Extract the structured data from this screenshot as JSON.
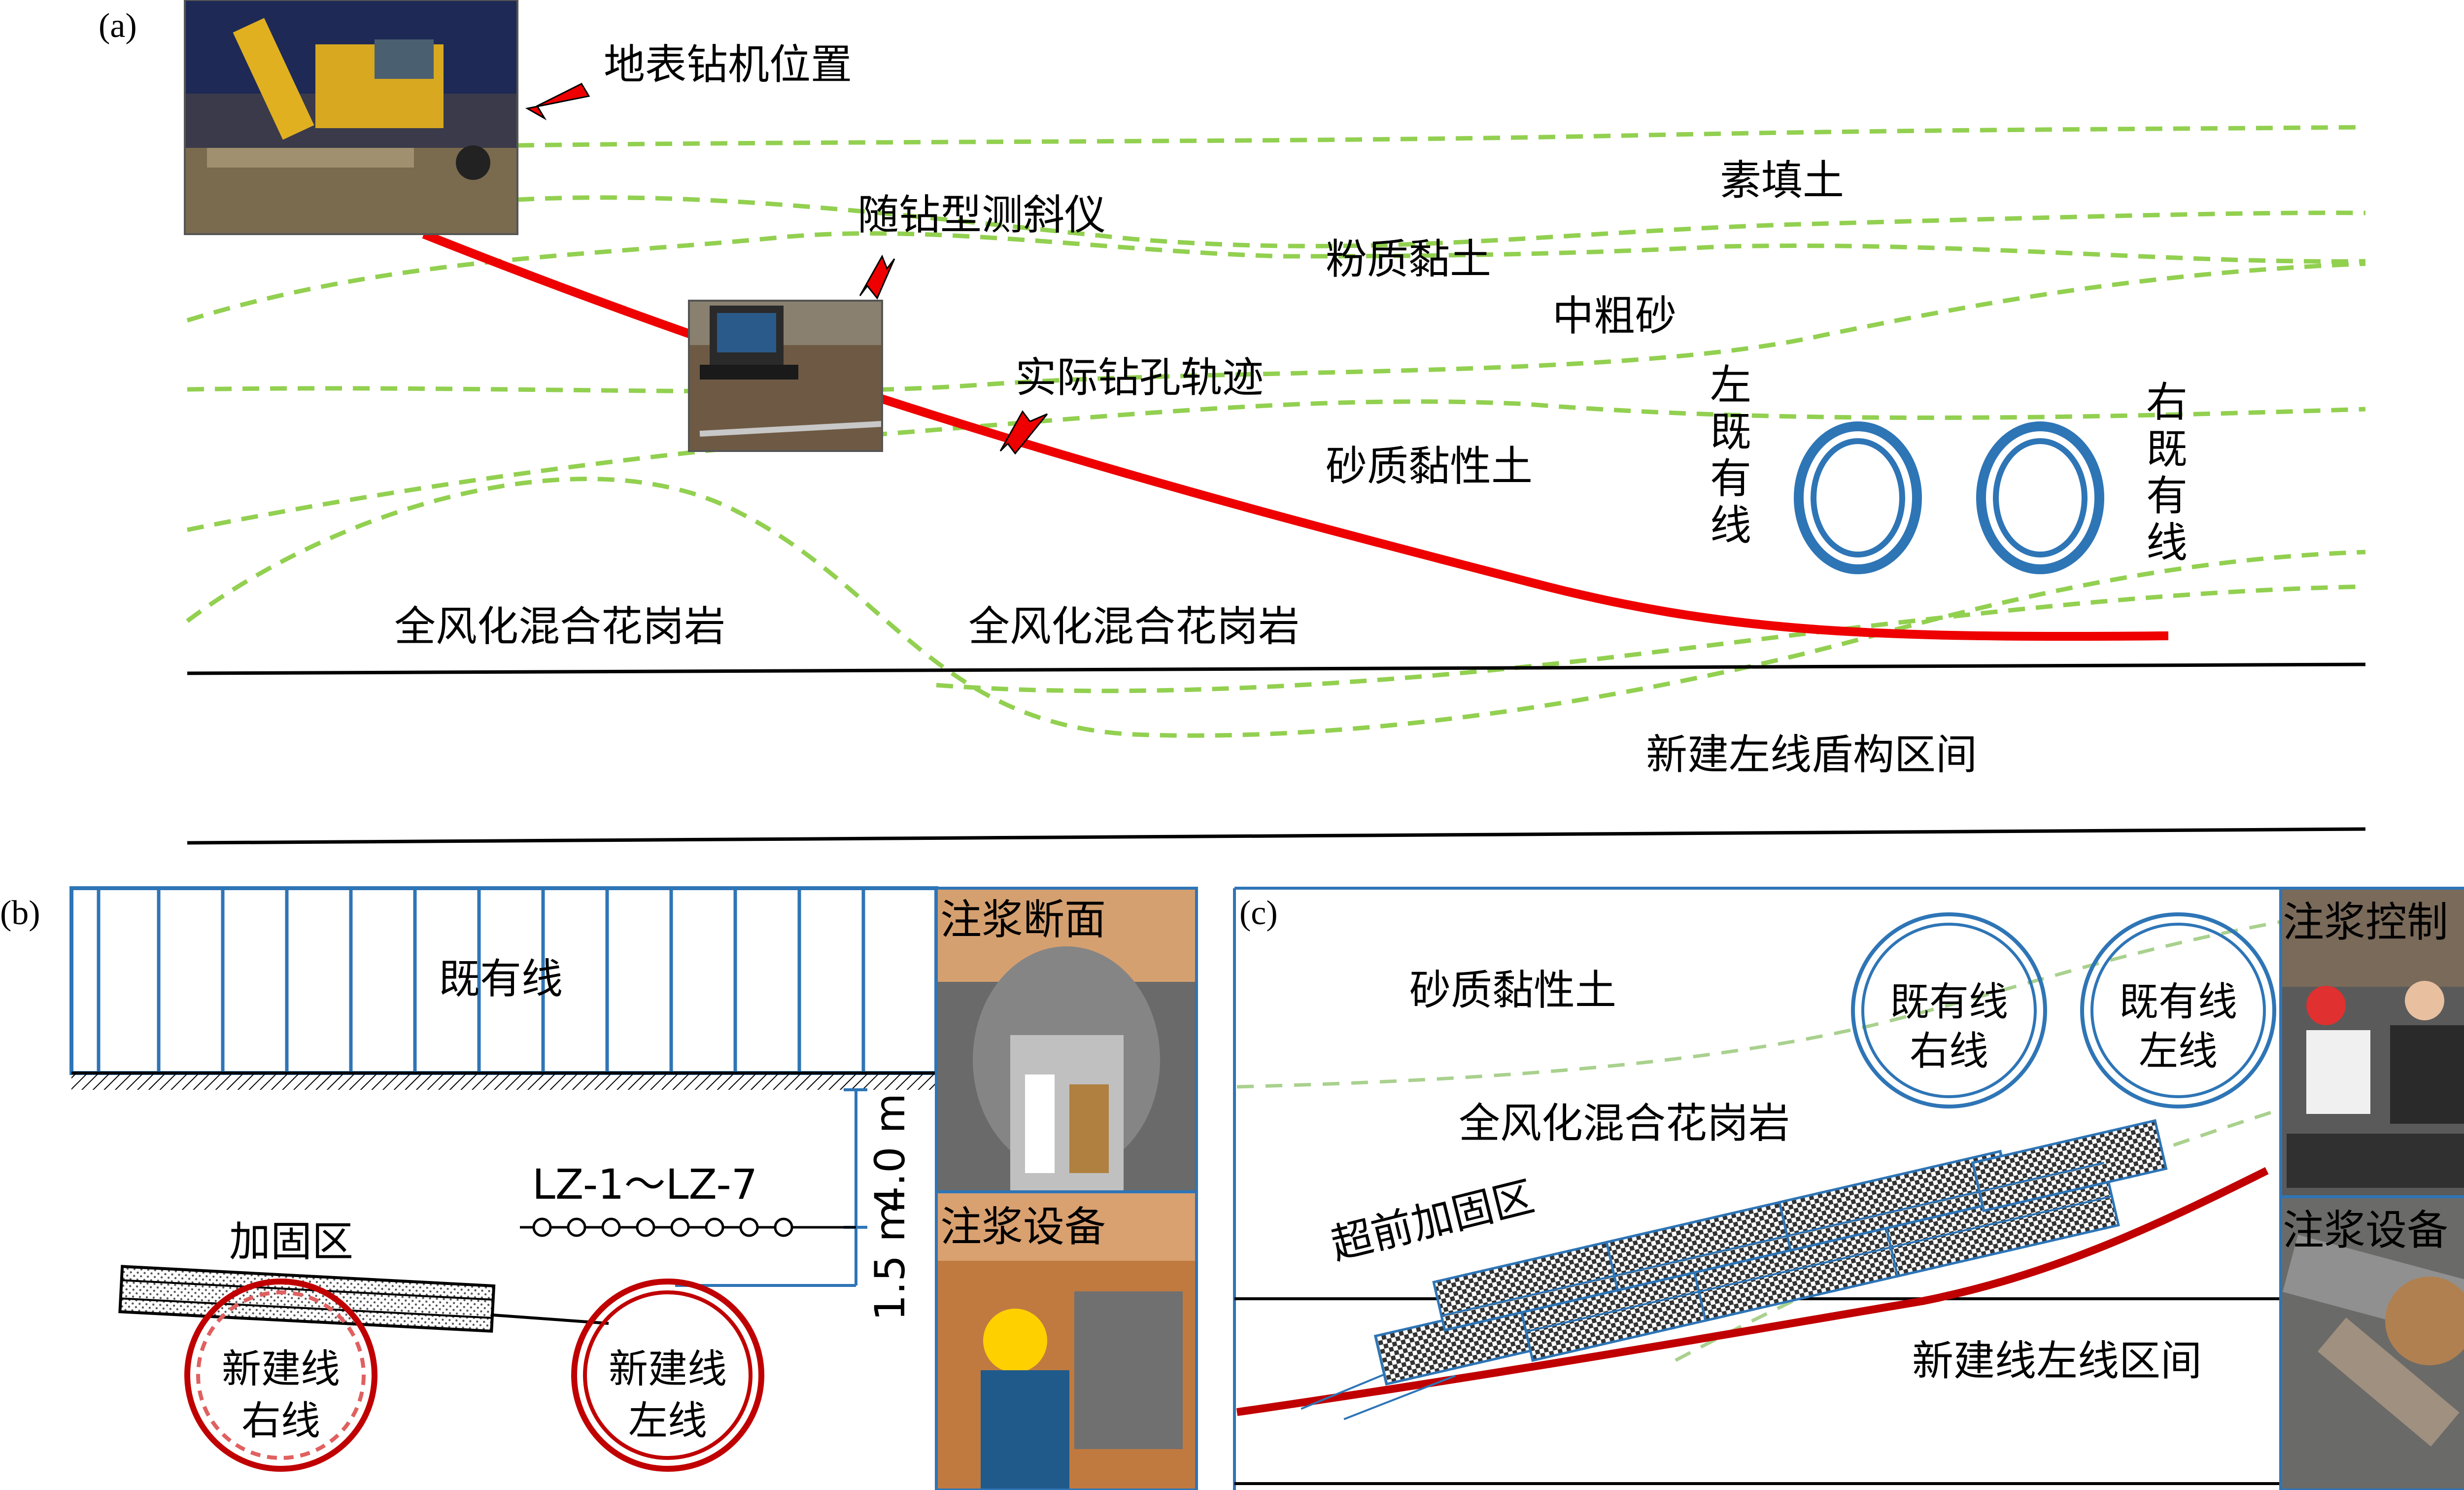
{
  "panel_a": {
    "label": "(a)",
    "rig_location": "地表钻机位置",
    "inclinometer": "随钻型测斜仪",
    "actual_track": "实际钻孔轨迹",
    "layers": {
      "fill": "素填土",
      "silty_clay": "粉质黏土",
      "coarse_sand": "中粗砂",
      "sandy_clay": "砂质黏性土",
      "granite_left": "全风化混合花岗岩",
      "granite_mid": "全风化混合花岗岩"
    },
    "left_existing": [
      "左",
      "既",
      "有",
      "线"
    ],
    "right_existing": [
      "右",
      "既",
      "有",
      "线"
    ],
    "new_left_shield": "新建左线盾构区间"
  },
  "panel_b": {
    "label": "(b)",
    "existing_line": "既有线",
    "pipes": "LZ-1～LZ-7",
    "dim_4m": "4.0 m",
    "dim_1_5m": "1.5 m",
    "reinforce_zone": "加固区",
    "new_right_1": "新建线",
    "new_right_2": "右线",
    "new_left_1": "新建线",
    "new_left_2": "左线",
    "photo1_label": "注浆断面",
    "photo2_label": "注浆设备"
  },
  "panel_c": {
    "label": "(c)",
    "sandy_clay": "砂质黏性土",
    "granite": "全风化混合花岗岩",
    "advance_zone": "超前加固区",
    "existing_right_1": "既有线",
    "existing_right_2": "右线",
    "existing_left_1": "既有线",
    "existing_left_2": "左线",
    "new_left_section": "新建线左线区间",
    "photo1_label": "注浆控制",
    "photo2_label": "注浆设备"
  },
  "colors": {
    "track_red": "#ee0000",
    "layer_green": "#92d050",
    "tunnel_blue": "#2e75b6",
    "pipe_red": "#c00000"
  }
}
